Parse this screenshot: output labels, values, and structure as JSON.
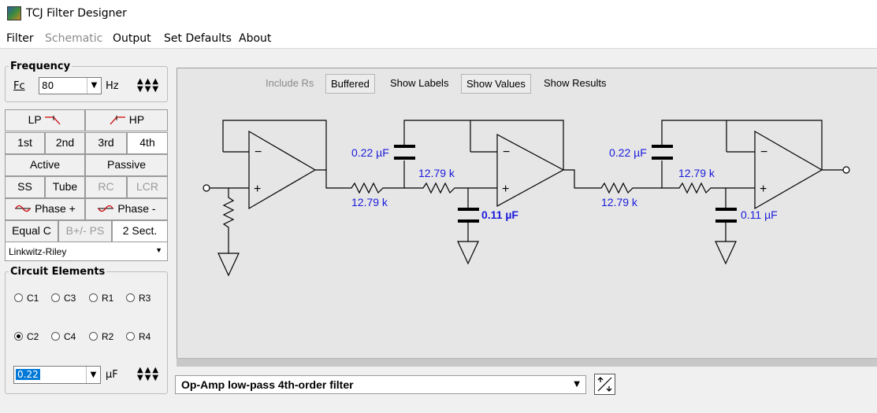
{
  "window": {
    "title": "TCJ Filter Designer"
  },
  "menu": [
    "Filter",
    "Schematic",
    "Output",
    "Set Defaults",
    "About"
  ],
  "frequency": {
    "legend": "Frequency",
    "fc_label": "Fc",
    "fc_value": "80",
    "unit": "Hz"
  },
  "filter_buttons": {
    "lp": "LP",
    "hp": "HP",
    "first": "1st",
    "second": "2nd",
    "third": "3rd",
    "fourth": "4th",
    "active": "Active",
    "passive": "Passive",
    "ss": "SS",
    "tube": "Tube",
    "rc": "RC",
    "lcr": "LCR",
    "phase_plus": "Phase +",
    "phase_minus": "Phase -",
    "equal_c": "Equal C",
    "bpm_ps": "B+/- PS",
    "two_sect": "2 Sect.",
    "alignment": "Linkwitz-Riley"
  },
  "circuit_elements": {
    "legend": "Circuit Elements",
    "row1": [
      "C1",
      "C3",
      "R1",
      "R3"
    ],
    "row2": [
      "C2",
      "C4",
      "R2",
      "R4"
    ],
    "selected": "C2",
    "value": "0.22",
    "unit": "µF"
  },
  "toolbar": {
    "include_rs": "Include Rs",
    "buffered": "Buffered",
    "show_labels": "Show Labels",
    "show_values": "Show Values",
    "show_results": "Show Results"
  },
  "schematic": {
    "c1_value": "0.22 µF",
    "r1_value": "12.79 k",
    "r2_value": "12.79 k",
    "c2_value": "0.11 µF",
    "c3_value": "0.22 µF",
    "r3_value": "12.79 k",
    "r4_value": "12.79 k",
    "c4_value": "0.11 µF",
    "opamp_minus": "−",
    "opamp_plus": "+"
  },
  "circuit_select": {
    "value": "Op-Amp low-pass 4th-order filter"
  },
  "colors": {
    "value_text": "#1a1adc",
    "canvas": "#e6e6e6",
    "selection": "#0078d7"
  }
}
